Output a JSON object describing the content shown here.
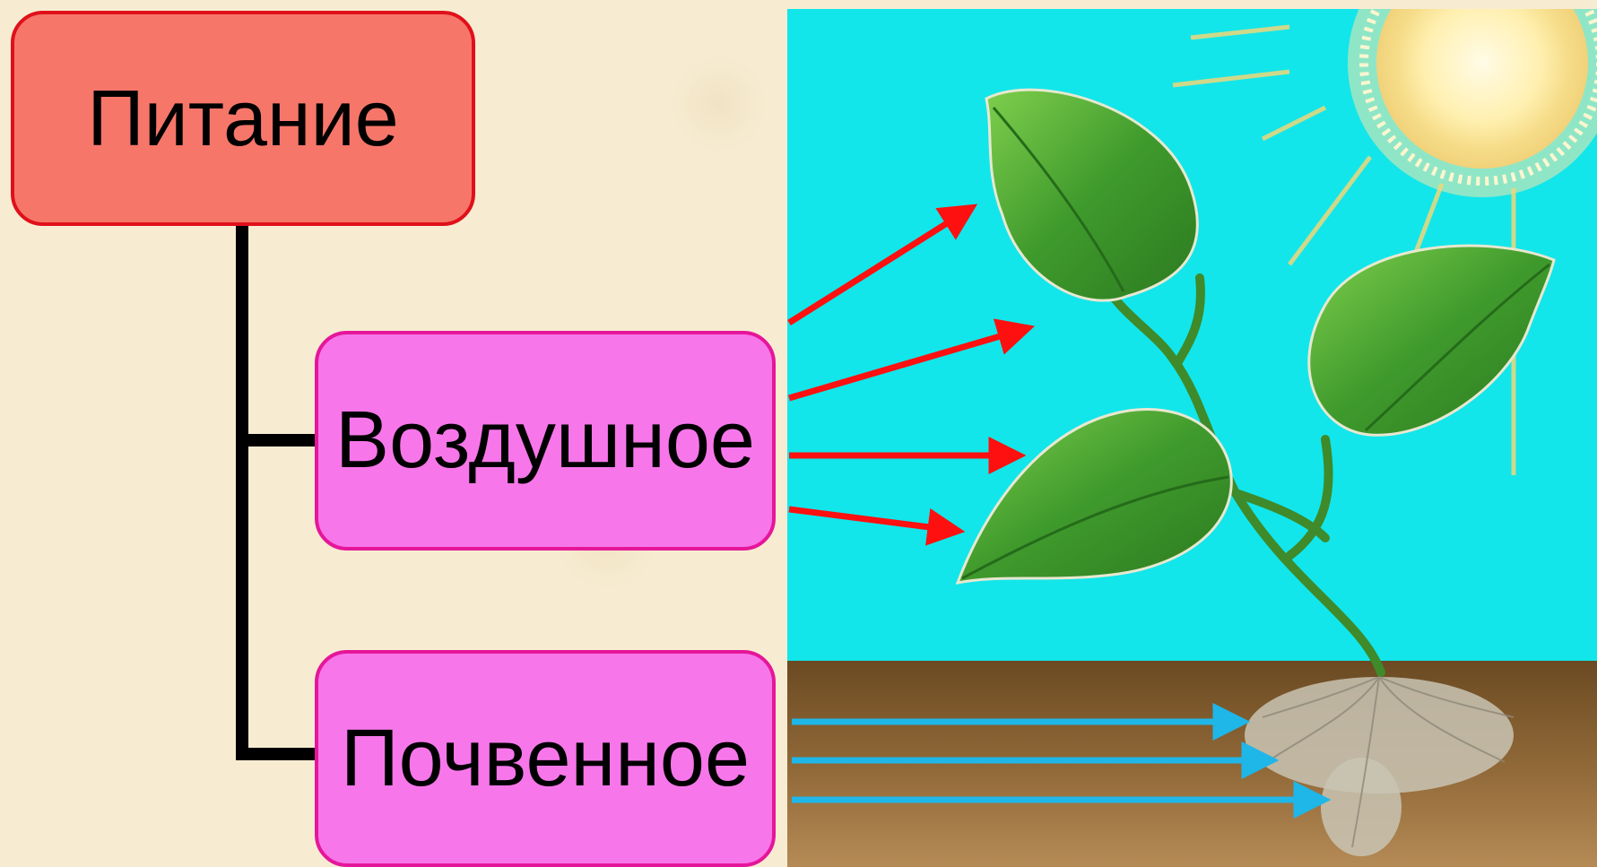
{
  "diagram": {
    "root": {
      "label": "Питание"
    },
    "children": [
      {
        "label": "Воздушное"
      },
      {
        "label": "Почвенное"
      }
    ]
  },
  "colors": {
    "background": "#f7ecd2",
    "root_fill": "#f7766a",
    "root_border": "#e0101a",
    "child_fill": "#f777ea",
    "child_border": "#e5169a",
    "connector": "#000000",
    "sky": "#12e6ea",
    "soil_top": "#6b4a22",
    "soil_bottom": "#b58a55",
    "air_arrow": "#ff1010",
    "soil_arrow": "#1fb6e8",
    "leaf": "#3f9a2c",
    "sun": "#fff0a8"
  }
}
